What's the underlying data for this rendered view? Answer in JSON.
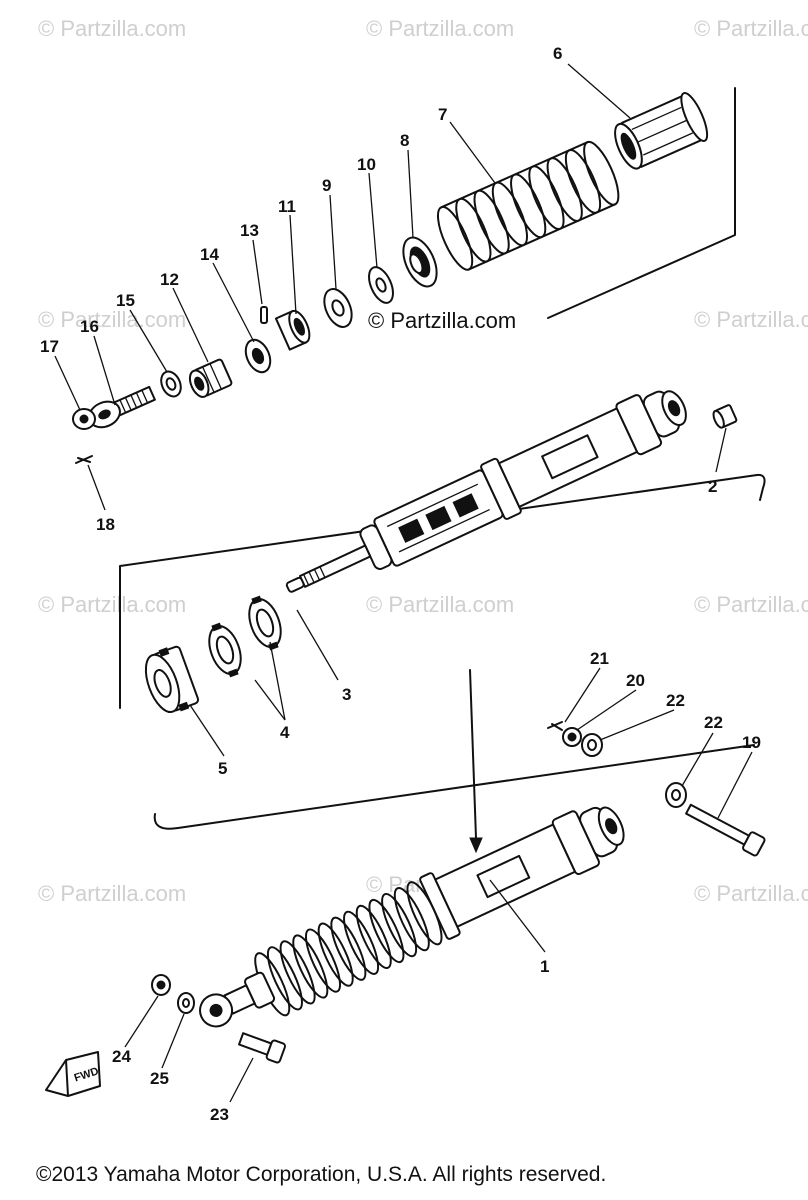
{
  "watermark": "© Partzilla.com",
  "footer": "©2013  Yamaha Motor Corporation, U.S.A. All rights reserved.",
  "front_stamp": "FWD",
  "callouts": {
    "c1": "1",
    "c2": "2",
    "c3": "3",
    "c4": "4",
    "c5": "5",
    "c6": "6",
    "c7": "7",
    "c8": "8",
    "c9": "9",
    "c10": "10",
    "c11": "11",
    "c12": "12",
    "c13": "13",
    "c14": "14",
    "c15": "15",
    "c16": "16",
    "c17": "17",
    "c18": "18",
    "c19": "19",
    "c20": "20",
    "c21": "21",
    "c22a": "22",
    "c22b": "22",
    "c23": "23",
    "c24": "24",
    "c25": "25"
  }
}
